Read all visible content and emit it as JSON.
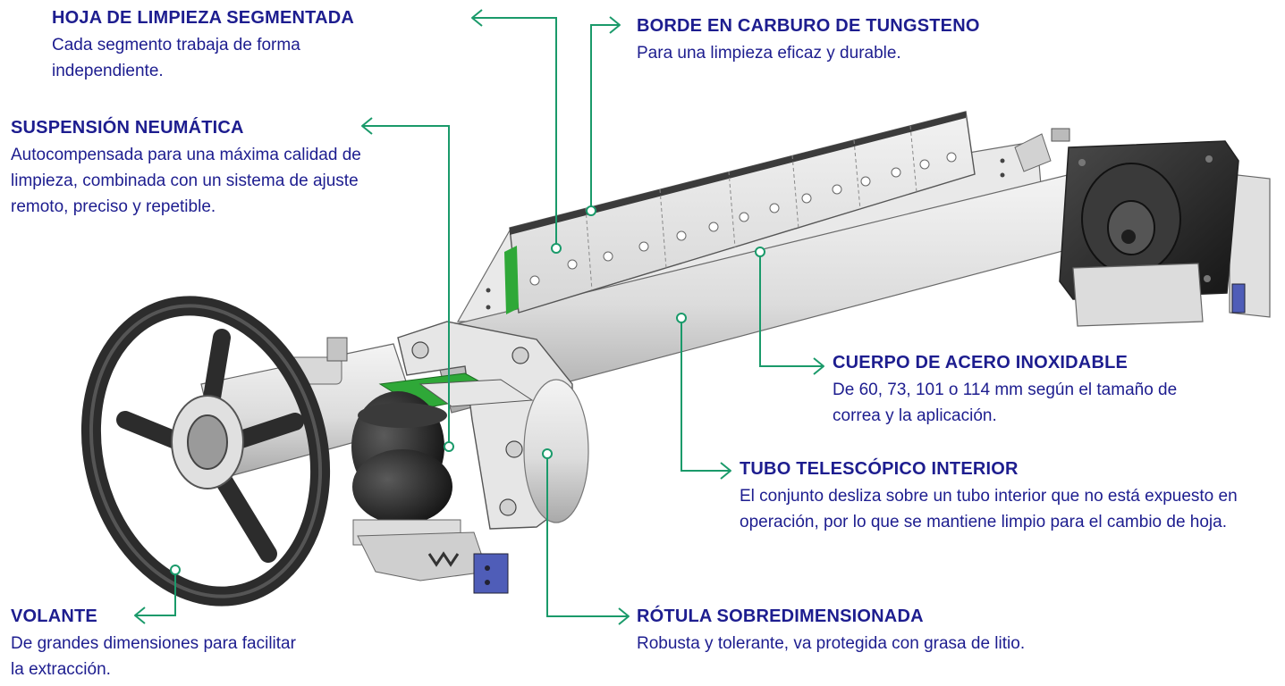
{
  "colors": {
    "heading": "#1d1d8f",
    "body_text": "#1d1d8f",
    "leader_line": "#1a9a6a",
    "metal": "#e4e4e4",
    "metal_shadow": "#b8b8b8",
    "rubber": "#2a2a2a",
    "accent_green": "#2fa838",
    "accent_blue": "#4f5db8"
  },
  "callouts": {
    "hoja": {
      "title": "HOJA DE LIMPIEZA SEGMENTADA",
      "text": "Cada segmento trabaja de forma independiente."
    },
    "suspension": {
      "title": "SUSPENSIÓN NEUMÁTICA",
      "text": "Autocompensada para una máxima calidad de limpieza, combinada con un sistema de ajuste remoto, preciso y repetible."
    },
    "volante": {
      "title": "VOLANTE",
      "text": "De grandes dimensiones para facilitar la extracción."
    },
    "borde": {
      "title": "BORDE EN CARBURO DE TUNGSTENO",
      "text": "Para una limpieza eficaz y durable."
    },
    "cuerpo": {
      "title": "CUERPO DE ACERO INOXIDABLE",
      "text": "De 60, 73, 101 o 114 mm según el tamaño de correa y la aplicación."
    },
    "tubo": {
      "title": "TUBO TELESCÓPICO INTERIOR",
      "text": "El conjunto desliza sobre un tubo interior que no está expuesto en operación, por lo que se mantiene limpio para el cambio de hoja."
    },
    "rotula": {
      "title": "RÓTULA SOBREDIMENSIONADA",
      "text": "Robusta y tolerante, va protegida con grasa de litio."
    }
  }
}
